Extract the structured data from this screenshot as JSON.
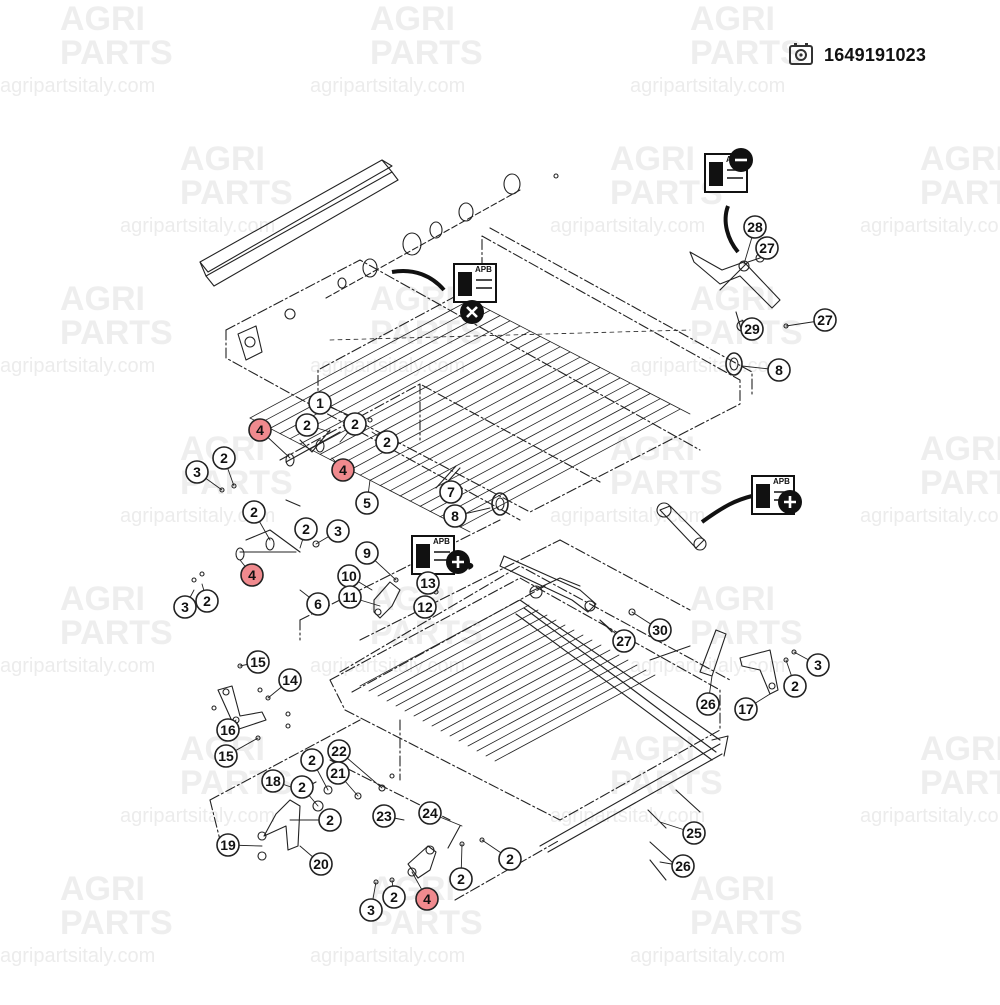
{
  "part_number": {
    "icon": "gear-box-icon",
    "value": "1649191023"
  },
  "watermark": {
    "line1": "AGRI",
    "line2": "PARTS",
    "url": "agripartsitaly.com"
  },
  "apb_label": "APB",
  "callouts": [
    {
      "label": "1",
      "highlight": false
    },
    {
      "label": "2",
      "highlight": false
    },
    {
      "label": "4",
      "highlight": true
    },
    {
      "label": "2",
      "highlight": false
    },
    {
      "label": "2",
      "highlight": false
    },
    {
      "label": "4",
      "highlight": true
    },
    {
      "label": "3",
      "highlight": false
    },
    {
      "label": "2",
      "highlight": false
    },
    {
      "label": "5",
      "highlight": false
    },
    {
      "label": "2",
      "highlight": false
    },
    {
      "label": "2",
      "highlight": false
    },
    {
      "label": "3",
      "highlight": false
    },
    {
      "label": "4",
      "highlight": true
    },
    {
      "label": "3",
      "highlight": false
    },
    {
      "label": "2",
      "highlight": false
    },
    {
      "label": "6",
      "highlight": false
    },
    {
      "label": "7",
      "highlight": false
    },
    {
      "label": "8",
      "highlight": false
    },
    {
      "label": "9",
      "highlight": false
    },
    {
      "label": "10",
      "highlight": false
    },
    {
      "label": "11",
      "highlight": false
    },
    {
      "label": "12",
      "highlight": false
    },
    {
      "label": "13",
      "highlight": false
    },
    {
      "label": "28",
      "highlight": false
    },
    {
      "label": "27",
      "highlight": false
    },
    {
      "label": "27",
      "highlight": false
    },
    {
      "label": "29",
      "highlight": false
    },
    {
      "label": "8",
      "highlight": false
    },
    {
      "label": "27",
      "highlight": false
    },
    {
      "label": "30",
      "highlight": false
    },
    {
      "label": "3",
      "highlight": false
    },
    {
      "label": "2",
      "highlight": false
    },
    {
      "label": "26",
      "highlight": false
    },
    {
      "label": "17",
      "highlight": false
    },
    {
      "label": "15",
      "highlight": false
    },
    {
      "label": "14",
      "highlight": false
    },
    {
      "label": "16",
      "highlight": false
    },
    {
      "label": "15",
      "highlight": false
    },
    {
      "label": "22",
      "highlight": false
    },
    {
      "label": "2",
      "highlight": false
    },
    {
      "label": "21",
      "highlight": false
    },
    {
      "label": "18",
      "highlight": false
    },
    {
      "label": "2",
      "highlight": false
    },
    {
      "label": "2",
      "highlight": false
    },
    {
      "label": "23",
      "highlight": false
    },
    {
      "label": "19",
      "highlight": false
    },
    {
      "label": "20",
      "highlight": false
    },
    {
      "label": "24",
      "highlight": false
    },
    {
      "label": "2",
      "highlight": false
    },
    {
      "label": "2",
      "highlight": false
    },
    {
      "label": "3",
      "highlight": false
    },
    {
      "label": "2",
      "highlight": false
    },
    {
      "label": "4",
      "highlight": true
    },
    {
      "label": "25",
      "highlight": false
    },
    {
      "label": "26",
      "highlight": false
    }
  ],
  "apb_badges": [
    {
      "action": "remove",
      "icon": "minus-icon"
    },
    {
      "action": "remove",
      "icon": "times-icon"
    },
    {
      "action": "add",
      "icon": "plus-icon"
    },
    {
      "action": "add",
      "icon": "plus-icon"
    }
  ],
  "colors": {
    "highlight_fill": "#f08a8e",
    "line": "#222222",
    "watermark": "#eeeeee"
  }
}
